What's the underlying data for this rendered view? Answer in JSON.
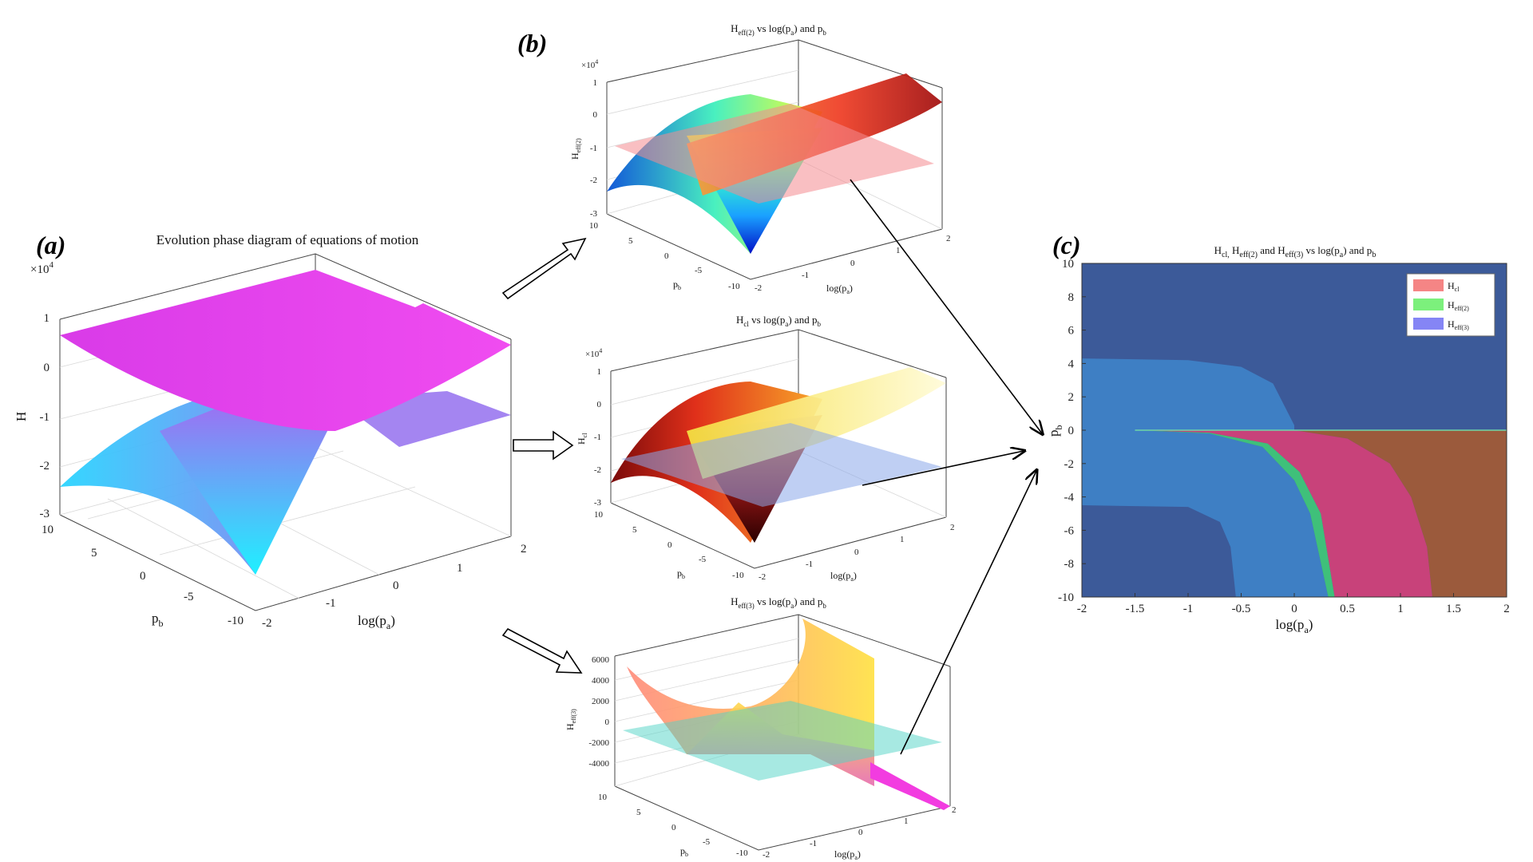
{
  "labels": {
    "a": "(a)",
    "b": "(b)",
    "c": "(c)"
  },
  "panel_a": {
    "title": "Evolution phase diagram of equations of motion",
    "zlabel": "H",
    "multiplier": "×10",
    "multiplier_exp": "4",
    "zticks": [
      "1",
      "0",
      "-1",
      "-2",
      "-3"
    ],
    "pb_ticks": [
      "10",
      "5",
      "0",
      "-5",
      "-10"
    ],
    "pa_ticks": [
      "-2",
      "-1",
      "0",
      "1",
      "2"
    ],
    "xlabel_pb": "p",
    "xlabel_pb_sub": "b",
    "xlabel_pa": "log(p",
    "xlabel_pa_sub": "a",
    "xlabel_pa_end": ")"
  },
  "panel_b1": {
    "title_main": "H",
    "title_sub": "eff(2)",
    "title_rest": " vs  log(p",
    "title_sub2": "a",
    "title_rest2": ")  and  p",
    "title_sub3": "b",
    "zlabel": "H",
    "zlabel_sub": "eff(2)",
    "multiplier": "×10",
    "multiplier_exp": "4",
    "zticks": [
      "1",
      "0",
      "-1",
      "-2",
      "-3"
    ],
    "pb_ticks": [
      "10",
      "5",
      "0",
      "-5",
      "-10"
    ],
    "pa_ticks": [
      "-2",
      "-1",
      "0",
      "1",
      "2"
    ]
  },
  "panel_b2": {
    "title_main": "H",
    "title_sub": "cl",
    "title_rest": " vs  log(p",
    "title_sub2": "a",
    "title_rest2": ")  and  p",
    "title_sub3": "b",
    "zlabel": "H",
    "zlabel_sub": "cl",
    "multiplier": "×10",
    "multiplier_exp": "4",
    "zticks": [
      "1",
      "0",
      "-1",
      "-2",
      "-3"
    ],
    "pb_ticks": [
      "10",
      "5",
      "0",
      "-5",
      "-10"
    ],
    "pa_ticks": [
      "-2",
      "-1",
      "0",
      "1",
      "2"
    ]
  },
  "panel_b3": {
    "title_main": "H",
    "title_sub": "eff(3)",
    "title_rest": " vs  log(p",
    "title_sub2": "a",
    "title_rest2": ")  and  p",
    "title_sub3": "b",
    "zlabel": "H",
    "zlabel_sub": "eff(3)",
    "zticks": [
      "6000",
      "4000",
      "2000",
      "0",
      "-2000",
      "-4000"
    ],
    "pb_ticks": [
      "10",
      "5",
      "0",
      "-5",
      "-10"
    ],
    "pa_ticks": [
      "-2",
      "-1",
      "0",
      "1",
      "2"
    ]
  },
  "common": {
    "pb": "p",
    "pb_sub": "b",
    "pa": "log(p",
    "pa_sub": "a",
    "pa_end": ")"
  },
  "chart_data": {
    "type": "heatmap",
    "title_parts": [
      "H",
      "cl,",
      " H",
      "eff(2)",
      " and  H",
      "eff(3)",
      " vs  log(p",
      "a",
      ")  and  p",
      "b"
    ],
    "xlabel": "log(p_a)",
    "ylabel": "p_b",
    "xlim": [
      -2,
      2
    ],
    "ylim": [
      -10,
      10
    ],
    "xticks": [
      "-2",
      "-1.5",
      "-1",
      "-0.5",
      "0",
      "0.5",
      "1",
      "1.5",
      "2"
    ],
    "yticks": [
      "10",
      "8",
      "6",
      "4",
      "2",
      "0",
      "-2",
      "-4",
      "-6",
      "-8",
      "-10"
    ],
    "legend_placement": "top-right",
    "series": [
      {
        "name_main": "H",
        "name_sub": "cl",
        "color": "#f58585"
      },
      {
        "name_main": "H",
        "name_sub": "eff(2)",
        "color": "#7cf07c"
      },
      {
        "name_main": "H",
        "name_sub": "eff(3)",
        "color": "#8585f5"
      }
    ],
    "region_colors": {
      "background": "#3c5a99",
      "lightblue": "#3e7fc4",
      "green": "#3fc07a",
      "magenta": "#c8427a",
      "brown": "#9b5a3c"
    },
    "boundaries": {
      "upper_light_region": [
        [
          -2,
          4.3
        ],
        [
          -1,
          4.2
        ],
        [
          -0.5,
          3.8
        ],
        [
          -0.2,
          2.8
        ],
        [
          0,
          0.3
        ]
      ],
      "lower_light_region_outer": [
        [
          -2,
          -4.5
        ],
        [
          -1,
          -4.6
        ],
        [
          -0.7,
          -5.5
        ],
        [
          -0.6,
          -7
        ],
        [
          -0.55,
          -10
        ]
      ],
      "green_left": [
        [
          -1.5,
          0
        ],
        [
          -0.8,
          -0.2
        ],
        [
          -0.3,
          -1
        ],
        [
          0,
          -3
        ],
        [
          0.15,
          -5
        ],
        [
          0.32,
          -10
        ]
      ],
      "green_right": [
        [
          -1.5,
          0
        ],
        [
          -0.8,
          -0.15
        ],
        [
          -0.25,
          -0.8
        ],
        [
          0.05,
          -2.5
        ],
        [
          0.25,
          -5
        ],
        [
          0.38,
          -10
        ]
      ],
      "magenta_right": [
        [
          0,
          0
        ],
        [
          0.5,
          -0.5
        ],
        [
          0.9,
          -2
        ],
        [
          1.1,
          -4
        ],
        [
          1.25,
          -7
        ],
        [
          1.3,
          -10
        ]
      ]
    }
  }
}
